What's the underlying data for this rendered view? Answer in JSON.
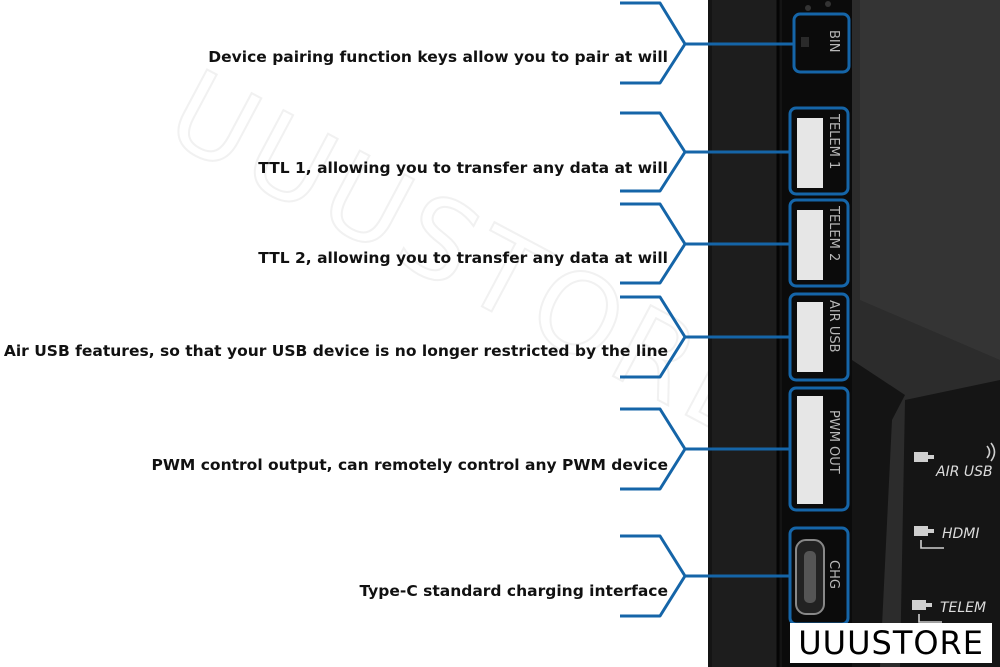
{
  "captions": [
    "Device pairing function keys allow you to pair at will",
    "TTL 1, allowing you to transfer any data at will",
    "TTL 2, allowing you to transfer any data at will",
    "Air USB features, so that your USB device is no longer restricted by the line",
    "PWM control output, can remotely control any PWM device",
    "Type-C standard charging interface"
  ],
  "ports": [
    "BIN",
    "TELEM 1",
    "TELEM 2",
    "AIR USB",
    "PWM OUT",
    "CHG"
  ],
  "panel_labels": [
    "AIR USB",
    "HDMI",
    "TELEM"
  ],
  "watermark": "UUUSTORE.com",
  "brand": "UUUSTORE",
  "colors": {
    "accent": "#1565a8",
    "device_body": "#111111",
    "side_panel": "#3a3a3a",
    "port_fill": "#e6e6e6"
  },
  "icons": [
    "ethernet-plug-icon",
    "wireless-signal-icon",
    "hdmi-plug-icon",
    "telem-plug-icon"
  ]
}
